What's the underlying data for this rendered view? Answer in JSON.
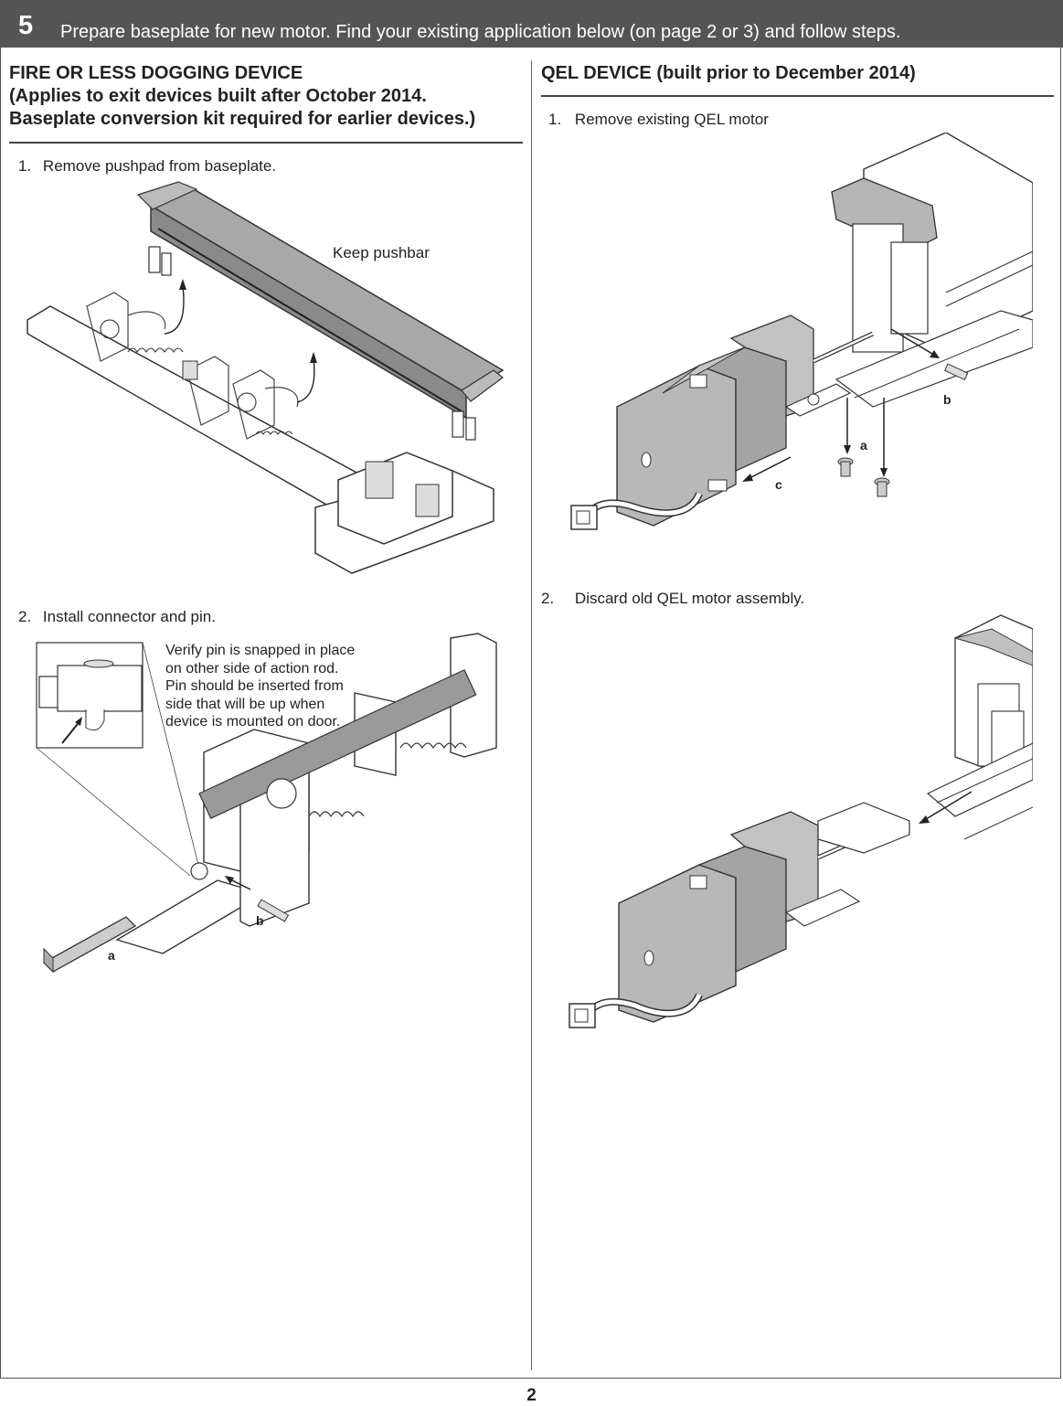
{
  "step_banner": {
    "number": "5",
    "text": "Prepare baseplate for new motor. Find your existing application below (on page 2 or 3) and follow steps."
  },
  "left": {
    "heading_line1": "FIRE OR LESS DOGGING DEVICE",
    "heading_line2": "(Applies to exit devices built after October 2014.",
    "heading_line3": "Baseplate conversion kit required for earlier devices.)",
    "step1": {
      "num": "1.",
      "text": "Remove pushpad from baseplate."
    },
    "fig1_callout": "Keep pushbar",
    "step2": {
      "num": "2.",
      "text": "Install connector and pin."
    },
    "fig2_note": [
      "Verify pin is snapped in place",
      "on other side of action rod.",
      "Pin should be inserted from",
      "side that will be up when",
      "device is mounted on door."
    ],
    "fig2_labels": {
      "a": "a",
      "b": "b"
    }
  },
  "right": {
    "heading": "QEL DEVICE (built prior to December 2014)",
    "step1": {
      "num": "1.",
      "text": "Remove existing QEL motor"
    },
    "fig1_labels": {
      "a": "a",
      "b": "b",
      "c": "c"
    },
    "step2": {
      "num": "2.",
      "text": "Discard old QEL motor assembly."
    }
  },
  "page_number": "2"
}
